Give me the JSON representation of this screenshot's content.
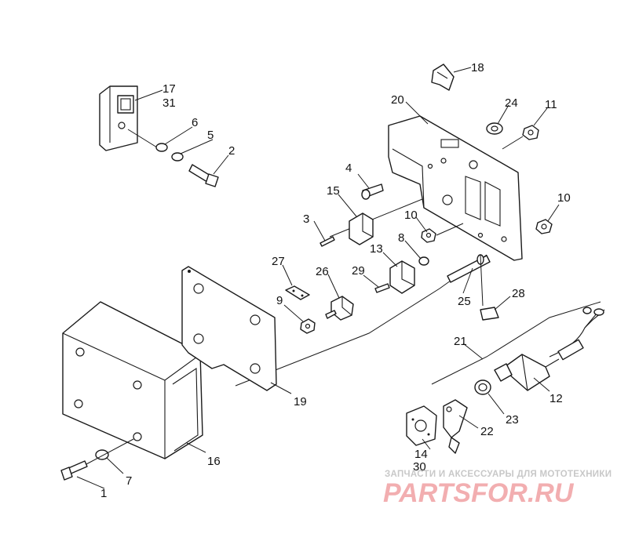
{
  "callouts": {
    "c1": "1",
    "c2": "2",
    "c3": "3",
    "c4": "4",
    "c5": "5",
    "c6": "6",
    "c7": "7",
    "c8": "8",
    "c9": "9",
    "c10a": "10",
    "c10b": "10",
    "c11": "11",
    "c12": "12",
    "c13": "13",
    "c14": "14",
    "c15": "15",
    "c16": "16",
    "c17": "17",
    "c18": "18",
    "c19": "19",
    "c20": "20",
    "c21": "21",
    "c22": "22",
    "c23": "23",
    "c24": "24",
    "c25": "25",
    "c26": "26",
    "c27": "27",
    "c28": "28",
    "c29": "29",
    "c30": "30",
    "c31": "31"
  },
  "watermark": {
    "caption": "ЗАПЧАСТИ И АКСЕССУАРЫ ДЛЯ МОТОТЕХНИКИ",
    "logo": "PARTSFOR.RU"
  }
}
